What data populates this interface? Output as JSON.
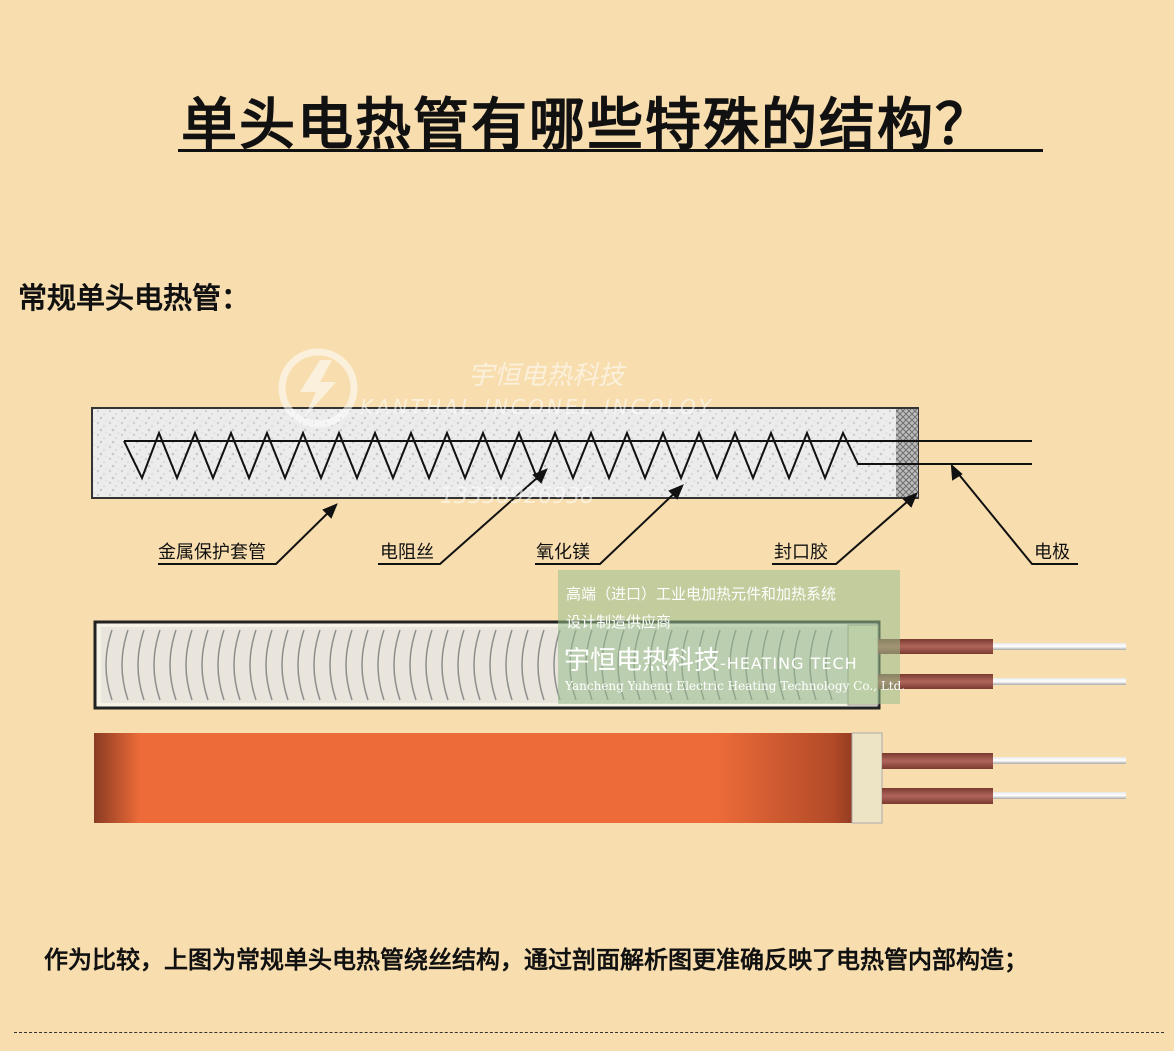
{
  "title": "单头电热管有哪些特殊的结构？",
  "section_heading": "常规单头电热管：",
  "labels": {
    "sheath": "金属保护套管",
    "wire": "电阻丝",
    "mgo": "氧化镁",
    "seal": "封口胶",
    "electrode": "电极"
  },
  "watermark": {
    "brand": "宇恒电热科技",
    "alloys": "KANTHAL INCONEL INCOLOY",
    "phone": "13338926938",
    "logo": "lightning-logo"
  },
  "overlay": {
    "line1": "高端（进口）工业电加热元件和加热系统",
    "line2": "设计制造供应商",
    "brand_cn": "宇恒电热科技",
    "brand_en": "-HEATING TECH",
    "company_en": "Yancheng Yuheng Electric Heating Technology Co., Ltd."
  },
  "caption": "作为比较，上图为常规单头电热管绕丝结构，通过剖面解析图更准确反映了电热管内部构造；",
  "colors": {
    "background": "#f8deaf",
    "sheath_orange": "#ec6b39",
    "lead_brown": "#a65a4b",
    "filler": "#e8e8e8"
  }
}
